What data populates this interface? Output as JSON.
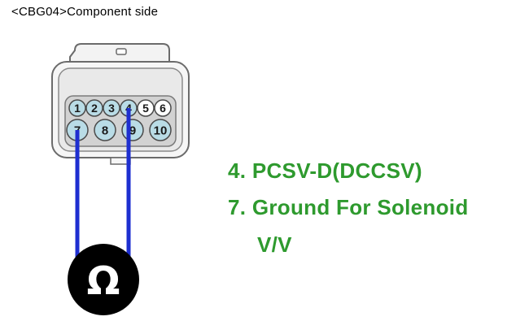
{
  "heading": "<CBG04>Component side",
  "colors": {
    "text_green": "#2e9a2e",
    "wire_blue": "#1e2fd0",
    "pin_fill": "#b9dce6",
    "pin_fill_light": "#ffffff",
    "connector_outline": "#6b6b6b",
    "meter_fill": "#000000"
  },
  "connector": {
    "pins_top": [
      "1",
      "2",
      "3",
      "4",
      "5",
      "6"
    ],
    "pins_bottom": [
      "7",
      "8",
      "9",
      "10"
    ],
    "light_pins": [
      "5",
      "6"
    ]
  },
  "wires": {
    "probe_pins": [
      "4",
      "7"
    ]
  },
  "meter": {
    "symbol": "Ω",
    "icon": "ohmmeter-icon"
  },
  "pin_notes": [
    {
      "pin": "4.",
      "label": "PCSV-D(DCCSV)"
    },
    {
      "pin": "7.",
      "label": "Ground For Solenoid",
      "continuation": "V/V"
    }
  ]
}
